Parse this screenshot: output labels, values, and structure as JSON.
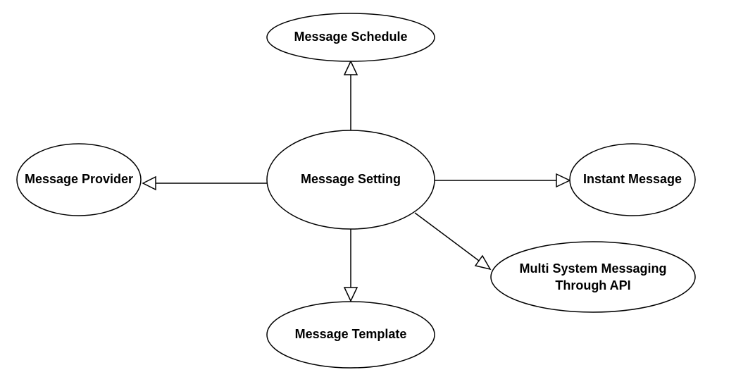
{
  "diagram": {
    "nodes": {
      "center": {
        "label": "Message Setting"
      },
      "schedule": {
        "label": "Message Schedule"
      },
      "provider": {
        "label": "Message Provider"
      },
      "instant": {
        "label": "Instant Message"
      },
      "multi": {
        "line1": "Multi System Messaging",
        "line2": "Through API"
      },
      "template": {
        "label": "Message Template"
      }
    },
    "edges": [
      {
        "from": "Message Setting",
        "to": "Message Schedule"
      },
      {
        "from": "Message Setting",
        "to": "Message Provider"
      },
      {
        "from": "Message Setting",
        "to": "Instant Message"
      },
      {
        "from": "Message Setting",
        "to": "Multi System Messaging Through API"
      },
      {
        "from": "Message Setting",
        "to": "Message Template"
      }
    ],
    "colors": {
      "stroke": "#000000",
      "fill": "#ffffff",
      "text": "#000000"
    }
  }
}
